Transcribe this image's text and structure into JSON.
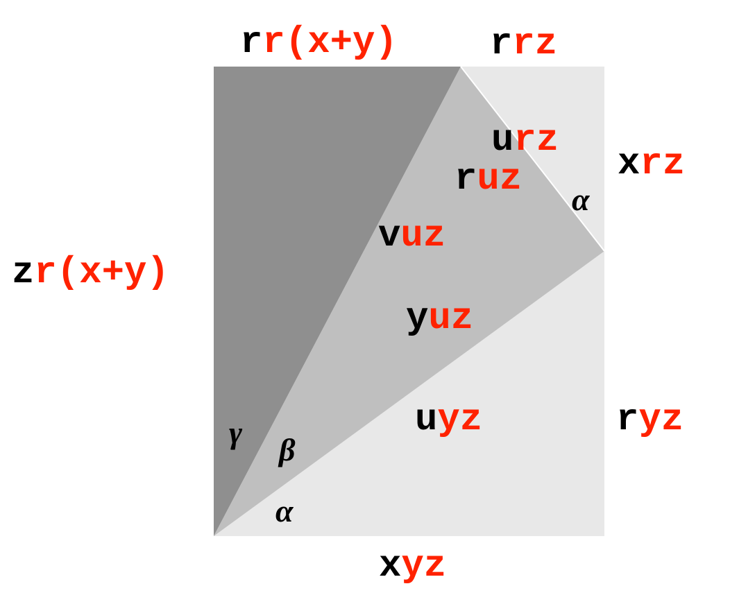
{
  "colors": {
    "background": "#ffffff",
    "light_region": "#e8e8e8",
    "mid_triangle": "#bfbfbf",
    "dark_triangle": "#8f8f8f",
    "accent_red": "#ff2200",
    "text_black": "#000000"
  },
  "labels": {
    "top_left": {
      "black": "r",
      "red": "r(x+y)"
    },
    "top_right": {
      "black": "r",
      "red": "rz"
    },
    "urz": {
      "black": "u",
      "red": "rz"
    },
    "ruz": {
      "black": "r",
      "red": "uz"
    },
    "xrz": {
      "black": "x",
      "red": "rz"
    },
    "vuz": {
      "black": "v",
      "red": "uz"
    },
    "left": {
      "black": "z",
      "red": "r(x+y)"
    },
    "yuz": {
      "black": "y",
      "red": "uz"
    },
    "uyz": {
      "black": "u",
      "red": "yz"
    },
    "ryz": {
      "black": "r",
      "red": "yz"
    },
    "bottom": {
      "black": "x",
      "red": "yz"
    }
  },
  "angles": {
    "alpha_top": "α",
    "gamma": "γ",
    "beta": "β",
    "alpha_bottom": "α"
  }
}
